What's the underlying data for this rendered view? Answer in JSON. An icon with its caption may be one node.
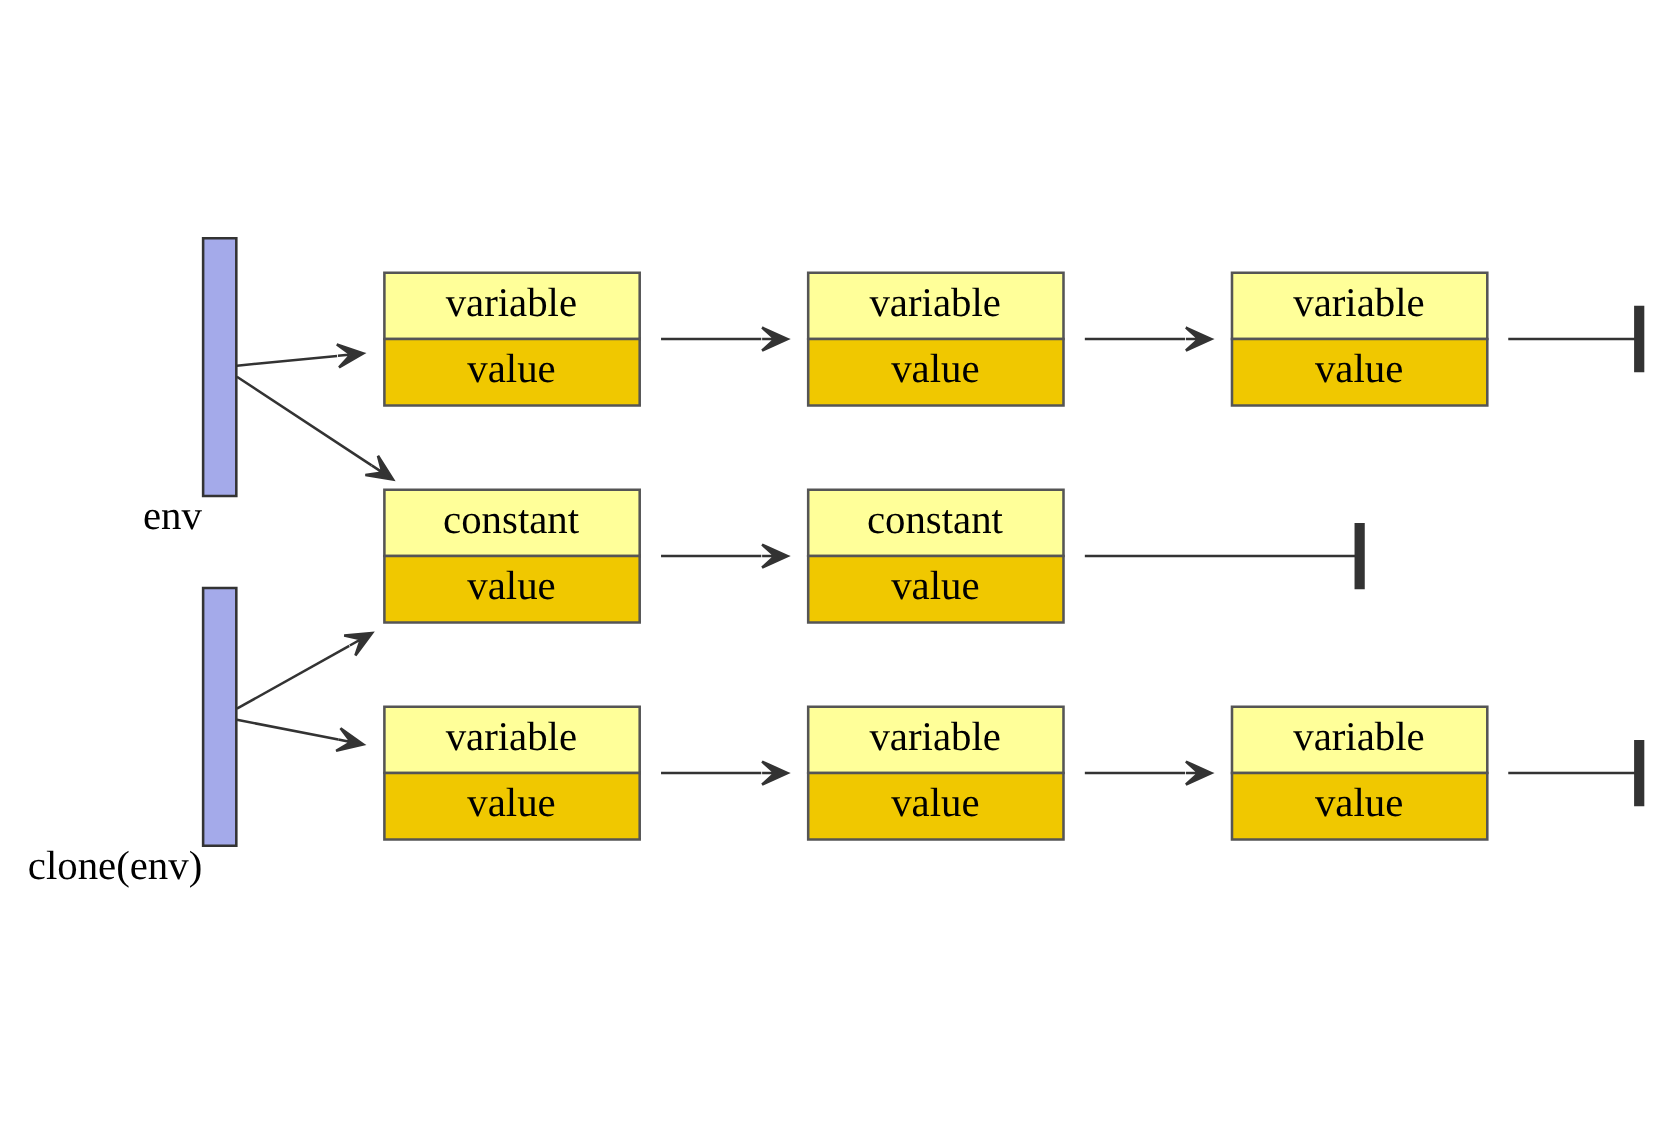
{
  "diagram": {
    "nodes": [
      {
        "text": [],
        "shape": "bar",
        "beside": [
          "env"
        ]
      },
      {
        "text": [
          "variable",
          "value"
        ]
      },
      {
        "text": [
          "variable",
          "value"
        ]
      },
      {
        "text": [
          "variable",
          "value"
        ]
      },
      {
        "text": [],
        "shape": "ground"
      },
      {
        "text": [
          "constant",
          "value"
        ]
      },
      {
        "text": [
          "constant",
          "value"
        ]
      },
      {
        "text": [],
        "shape": "ground"
      },
      {
        "text": [],
        "shape": "bar",
        "beside": [
          "clone(env)"
        ]
      },
      {
        "text": [
          "variable",
          "value"
        ]
      },
      {
        "text": [
          "variable",
          "value"
        ]
      },
      {
        "text": [
          "variable",
          "value"
        ]
      },
      {
        "text": [],
        "shape": "ground"
      }
    ],
    "edges": [
      {
        "from": 0,
        "to": 1,
        "arrow": "to"
      },
      {
        "from": 1,
        "to": 2,
        "arrow": "to"
      },
      {
        "from": 2,
        "to": 3,
        "arrow": "to"
      },
      {
        "from": 3,
        "to": 4,
        "arrow": "none"
      },
      {
        "from": 0,
        "to": 5,
        "arrow": "to"
      },
      {
        "from": 5,
        "to": 6,
        "arrow": "to"
      },
      {
        "from": 6,
        "to": 7,
        "arrow": "none"
      },
      {
        "from": 8,
        "to": 9,
        "arrow": "to"
      },
      {
        "from": 9,
        "to": 10,
        "arrow": "to"
      },
      {
        "from": 10,
        "to": 11,
        "arrow": "to"
      },
      {
        "from": 11,
        "to": 12,
        "arrow": "none"
      },
      {
        "from": 8,
        "to": 5,
        "arrow": "to"
      }
    ]
  }
}
